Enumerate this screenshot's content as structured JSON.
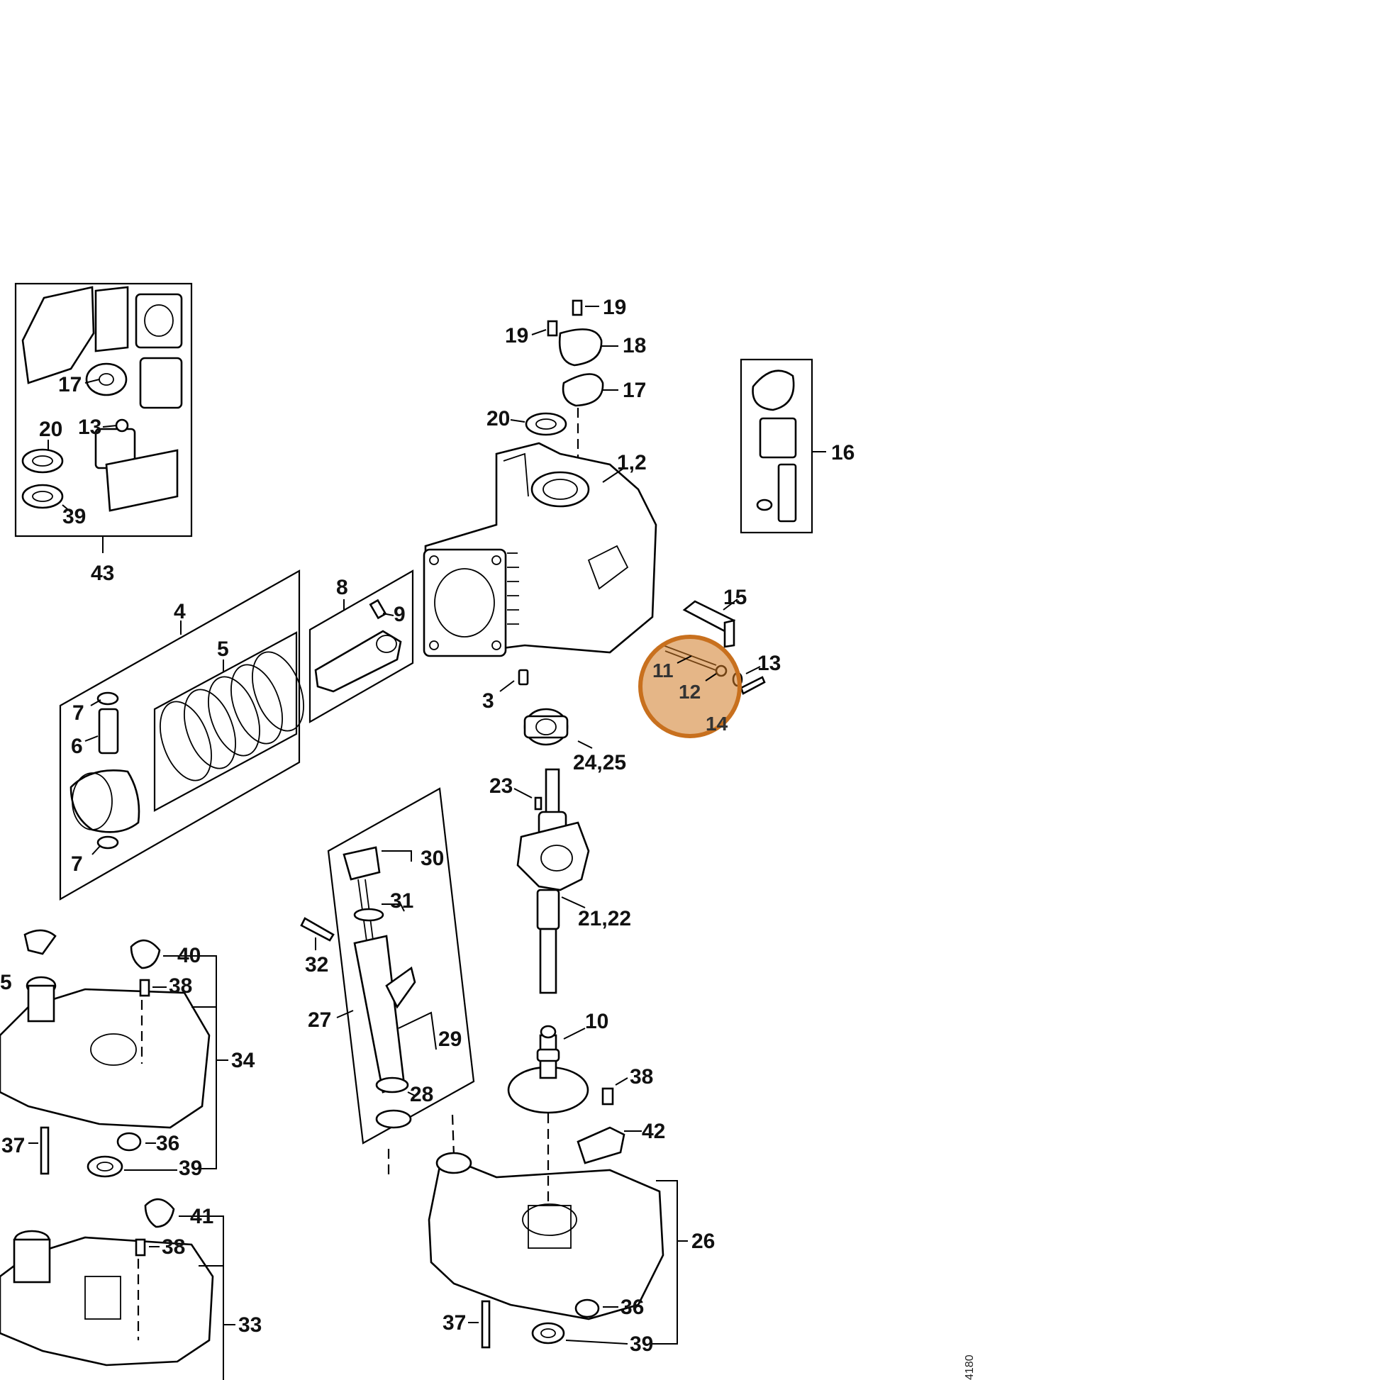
{
  "diagram": {
    "labels": {
      "l43": "43",
      "l17a": "17",
      "l20a": "20",
      "l13a": "13",
      "l39a": "39",
      "l19a": "19",
      "l19b": "19",
      "l18": "18",
      "l17b": "17",
      "l20b": "20",
      "l1_2": "1,2",
      "l16": "16",
      "l15": "15",
      "l13b": "13",
      "l11": "11",
      "l12": "12",
      "l14": "14",
      "l4": "4",
      "l5": "5",
      "l8": "8",
      "l9": "9",
      "l7a": "7",
      "l6": "6",
      "l7b": "7",
      "l3": "3",
      "l24_25": "24,25",
      "l23": "23",
      "l21_22": "21,22",
      "l30": "30",
      "l31": "31",
      "l32": "32",
      "l27": "27",
      "l29": "29",
      "l28": "28",
      "l10": "10",
      "l38a": "38",
      "l42": "42",
      "l26": "26",
      "l36a": "36",
      "l37a": "37",
      "l39b": "39",
      "l40": "40",
      "l38b": "38",
      "l34": "34",
      "l35": "5",
      "l37b": "37",
      "l36b": "36",
      "l39c": "39",
      "l41": "41",
      "l38c": "38",
      "l33": "33",
      "code": "4180"
    },
    "highlight_color": "#d07a25"
  }
}
